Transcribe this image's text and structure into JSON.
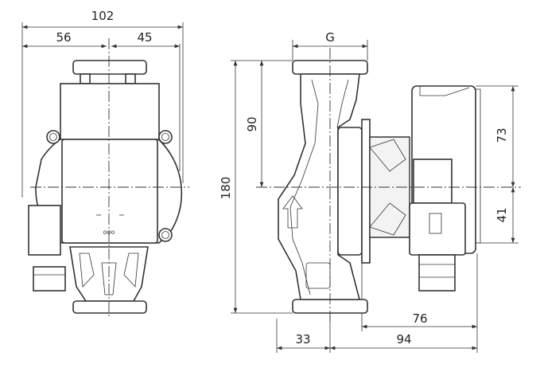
{
  "title": "Pump dimension drawing",
  "front_view": {
    "overall_width": "102",
    "left_width": "56",
    "right_width": "45"
  },
  "side_view": {
    "connection": "G",
    "half_height": "90",
    "total_height": "180",
    "motor_upper": "73",
    "motor_lower": "41",
    "motor_depth": "76",
    "pipe_offset": "33",
    "overall_depth": "94"
  }
}
